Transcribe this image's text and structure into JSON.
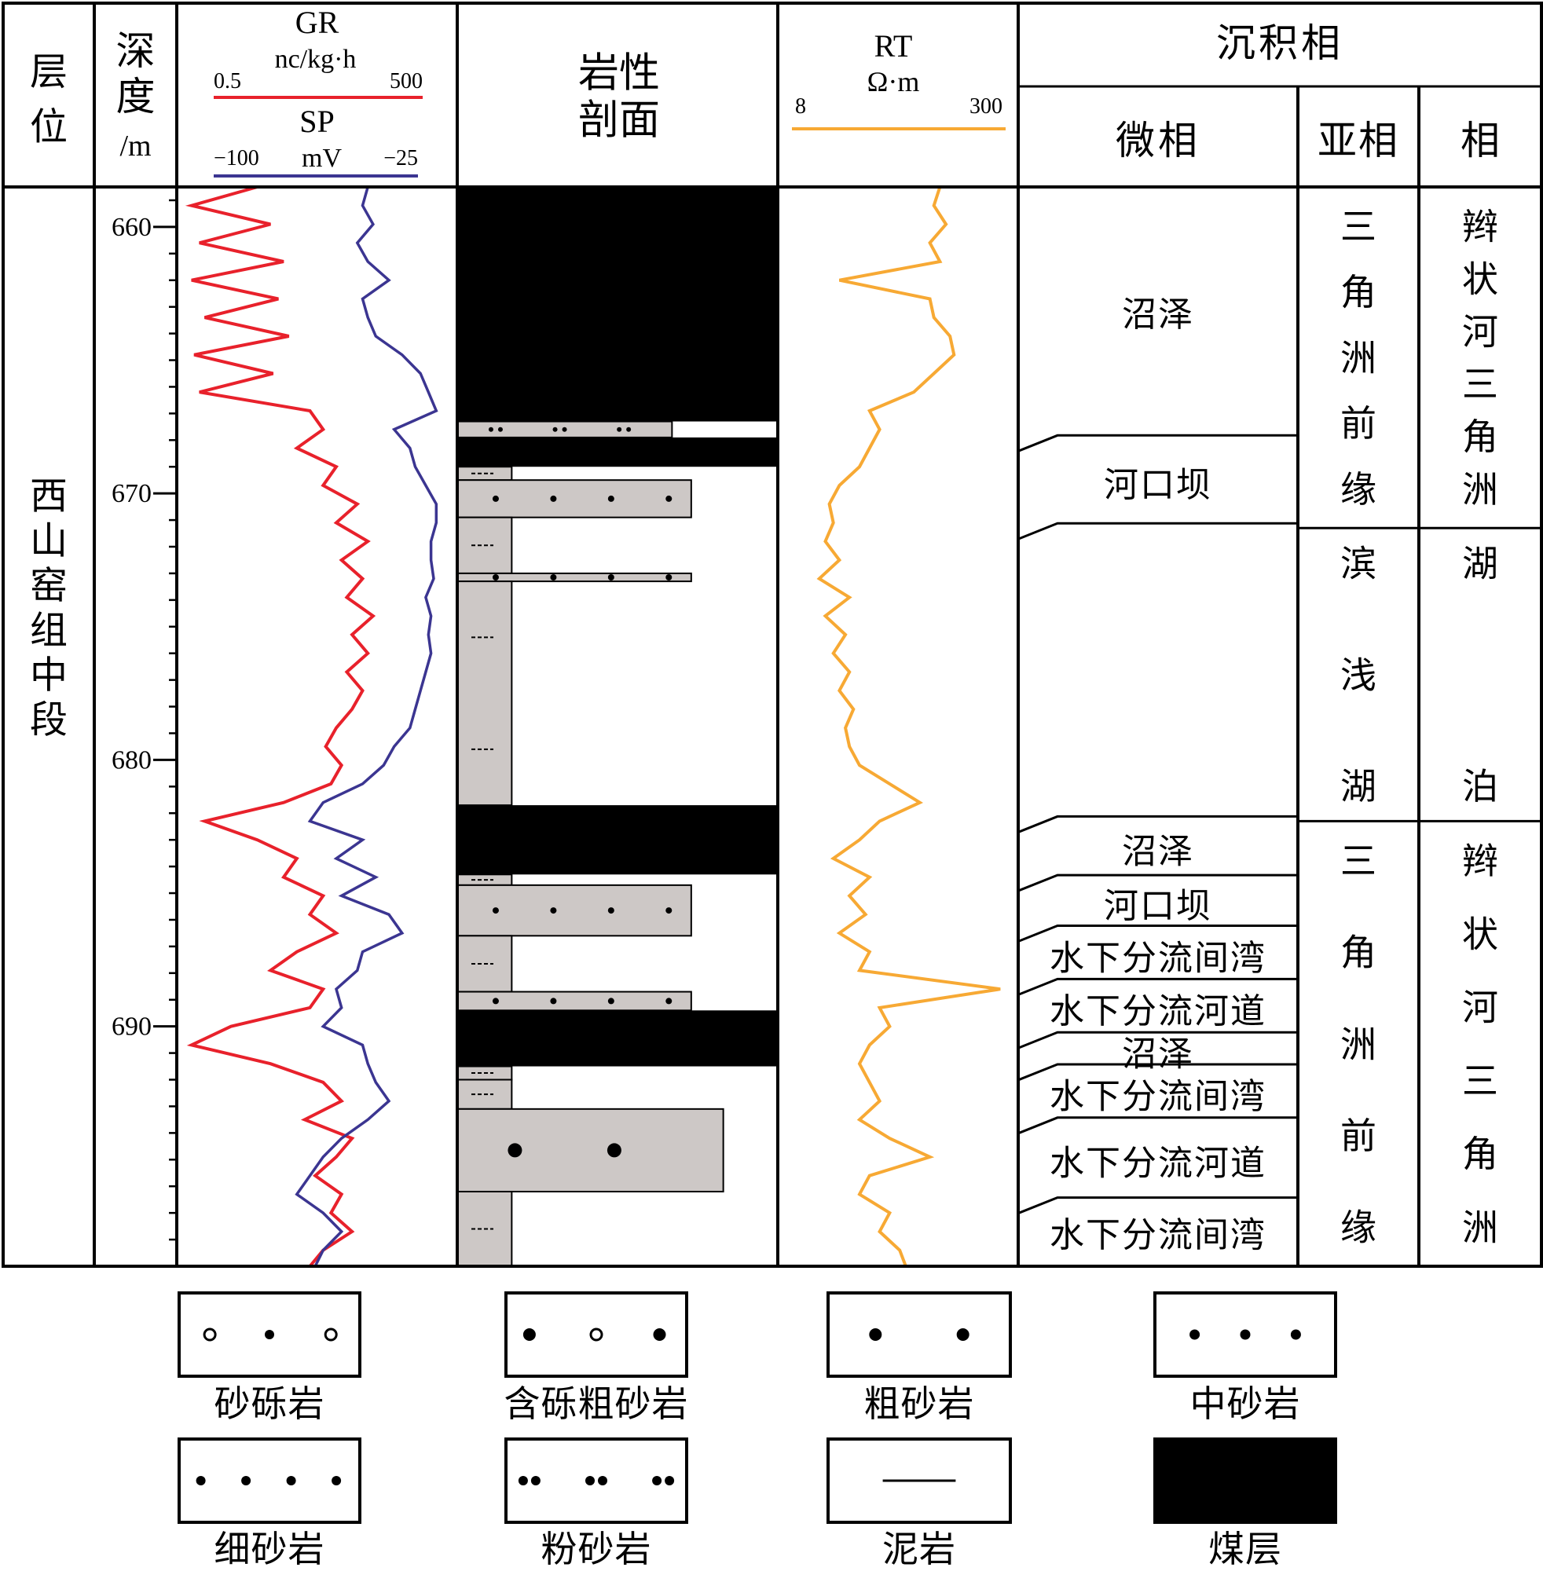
{
  "header": {
    "layer": "层\n位",
    "depth": "深\n度\n/m",
    "gr_title": "GR",
    "gr_unit": "nc/kg·h",
    "gr_min": "0.5",
    "gr_max": "500",
    "sp_title": "SP",
    "sp_unit": "mV",
    "sp_min": "−100",
    "sp_max": "−25",
    "lith": "岩性\n剖面",
    "rt_title": "RT",
    "rt_unit": "Ω·m",
    "rt_min": "8",
    "rt_max": "300",
    "sed": "沉积相",
    "micro": "微相",
    "sub": "亚相",
    "facies": "相"
  },
  "colors": {
    "gr": "#e8212b",
    "sp": "#3b3591",
    "rt": "#f7a934",
    "coal": "#000000",
    "sand": "#cdc8c6"
  },
  "formation": "西\n山\n窑\n组\n中\n段",
  "depth_axis": {
    "min": 658.5,
    "max": 699,
    "labels": [
      660,
      670,
      680,
      690
    ]
  },
  "logs": {
    "gr_minor": [
      "pen",
      "from 658.5 m",
      "minor",
      "two colours"
    ],
    "gr_depth": [
      658.5,
      659.2,
      659.9,
      660.6,
      661.3,
      662.0,
      662.7,
      663.4,
      664.1,
      664.8,
      665.5,
      666.2,
      666.9,
      667.6,
      668.3,
      669.0,
      669.7,
      670.4,
      671.1,
      671.8,
      672.5,
      673.2,
      673.9,
      674.6,
      675.3,
      676.0,
      676.7,
      677.4,
      678.1,
      678.8,
      679.5,
      680.2,
      680.9,
      681.6,
      682.3,
      683.0,
      683.7,
      684.4,
      685.1,
      685.8,
      686.5,
      687.2,
      687.9,
      688.6,
      689.3,
      690.0,
      690.7,
      691.4,
      692.1,
      692.8,
      693.5,
      694.2,
      694.9,
      695.6,
      696.3,
      697.0,
      697.7,
      698.4,
      699.0
    ],
    "gr_value": [
      0.3,
      0.05,
      0.35,
      0.08,
      0.4,
      0.05,
      0.38,
      0.1,
      0.42,
      0.06,
      0.36,
      0.08,
      0.5,
      0.55,
      0.45,
      0.6,
      0.55,
      0.68,
      0.6,
      0.72,
      0.62,
      0.7,
      0.64,
      0.74,
      0.66,
      0.72,
      0.64,
      0.7,
      0.66,
      0.6,
      0.56,
      0.62,
      0.58,
      0.4,
      0.1,
      0.3,
      0.45,
      0.4,
      0.55,
      0.5,
      0.6,
      0.45,
      0.35,
      0.55,
      0.5,
      0.2,
      0.05,
      0.35,
      0.55,
      0.62,
      0.48,
      0.66,
      0.6,
      0.52,
      0.62,
      0.58,
      0.66,
      0.55,
      0.5
    ],
    "sp_value": [
      0.72,
      0.7,
      0.74,
      0.68,
      0.72,
      0.8,
      0.7,
      0.72,
      0.75,
      0.85,
      0.92,
      0.95,
      0.98,
      0.82,
      0.88,
      0.9,
      0.94,
      0.98,
      0.98,
      0.96,
      0.96,
      0.97,
      0.94,
      0.96,
      0.95,
      0.96,
      0.94,
      0.92,
      0.9,
      0.88,
      0.82,
      0.78,
      0.7,
      0.55,
      0.5,
      0.7,
      0.6,
      0.75,
      0.62,
      0.8,
      0.85,
      0.7,
      0.68,
      0.6,
      0.62,
      0.55,
      0.7,
      0.72,
      0.75,
      0.8,
      0.72,
      0.62,
      0.55,
      0.5,
      0.45,
      0.55,
      0.62,
      0.55,
      0.52
    ],
    "rt_depth": [
      658.5,
      659.2,
      659.9,
      660.6,
      661.3,
      662.0,
      662.7,
      663.4,
      664.1,
      664.8,
      665.5,
      666.2,
      666.9,
      667.6,
      668.3,
      669.0,
      669.7,
      670.4,
      671.1,
      671.8,
      672.5,
      673.2,
      673.9,
      674.6,
      675.3,
      676.0,
      676.7,
      677.4,
      678.1,
      678.8,
      679.5,
      680.2,
      680.9,
      681.6,
      682.3,
      683.0,
      683.7,
      684.4,
      685.1,
      685.8,
      686.5,
      687.2,
      687.9,
      688.6,
      689.3,
      690.0,
      690.7,
      691.4,
      692.1,
      692.8,
      693.5,
      694.2,
      694.9,
      695.6,
      696.3,
      697.0,
      697.7,
      698.4,
      699.0
    ],
    "rt_value": [
      0.65,
      0.62,
      0.68,
      0.6,
      0.65,
      0.15,
      0.6,
      0.62,
      0.7,
      0.72,
      0.62,
      0.52,
      0.3,
      0.35,
      0.3,
      0.25,
      0.15,
      0.1,
      0.12,
      0.08,
      0.15,
      0.05,
      0.2,
      0.08,
      0.18,
      0.12,
      0.2,
      0.15,
      0.22,
      0.18,
      0.2,
      0.25,
      0.4,
      0.55,
      0.35,
      0.25,
      0.12,
      0.3,
      0.2,
      0.28,
      0.15,
      0.3,
      0.25,
      0.95,
      0.35,
      0.4,
      0.3,
      0.25,
      0.3,
      0.35,
      0.25,
      0.4,
      0.6,
      0.3,
      0.25,
      0.4,
      0.35,
      0.45,
      0.48
    ]
  },
  "lithology": [
    {
      "top": 658.5,
      "bottom": 667.3,
      "type": "coal"
    },
    {
      "top": 667.3,
      "bottom": 667.9,
      "type": "silt",
      "w": 0.67
    },
    {
      "top": 667.9,
      "bottom": 669.0,
      "type": "coal"
    },
    {
      "top": 669.0,
      "bottom": 669.5,
      "type": "mud",
      "w": 0.17
    },
    {
      "top": 669.5,
      "bottom": 670.9,
      "type": "fine",
      "w": 0.73
    },
    {
      "top": 670.9,
      "bottom": 673.0,
      "type": "mud",
      "w": 0.17
    },
    {
      "top": 673.0,
      "bottom": 673.3,
      "type": "fine",
      "w": 0.73
    },
    {
      "top": 673.3,
      "bottom": 681.7,
      "type": "mud",
      "w": 0.17
    },
    {
      "top": 681.7,
      "bottom": 684.3,
      "type": "coal"
    },
    {
      "top": 684.3,
      "bottom": 684.7,
      "type": "mud",
      "w": 0.17
    },
    {
      "top": 684.7,
      "bottom": 686.6,
      "type": "fine",
      "w": 0.73
    },
    {
      "top": 686.6,
      "bottom": 688.7,
      "type": "mud",
      "w": 0.17
    },
    {
      "top": 688.7,
      "bottom": 689.4,
      "type": "fine",
      "w": 0.73
    },
    {
      "top": 689.4,
      "bottom": 691.5,
      "type": "coal"
    },
    {
      "top": 691.5,
      "bottom": 692.0,
      "type": "mud",
      "w": 0.17
    },
    {
      "top": 692.0,
      "bottom": 693.1,
      "type": "mud",
      "w": 0.17
    },
    {
      "top": 693.1,
      "bottom": 696.2,
      "type": "coarse",
      "w": 0.83
    },
    {
      "top": 696.2,
      "bottom": 699.0,
      "type": "mud",
      "w": 0.17
    }
  ],
  "micro_facies": [
    {
      "top": 658.5,
      "bottom": 668.0,
      "label": "沼泽"
    },
    {
      "top": 668.0,
      "bottom": 671.3,
      "label": "河口坝"
    },
    {
      "top": 671.3,
      "bottom": 682.3,
      "label": ""
    },
    {
      "top": 682.3,
      "bottom": 684.5,
      "label": "沼泽"
    },
    {
      "top": 684.5,
      "bottom": 686.4,
      "label": "河口坝"
    },
    {
      "top": 686.4,
      "bottom": 688.4,
      "label": "水下分流间湾"
    },
    {
      "top": 688.4,
      "bottom": 690.4,
      "label": "水下分流河道"
    },
    {
      "top": 690.4,
      "bottom": 691.6,
      "label": "沼泽"
    },
    {
      "top": 691.6,
      "bottom": 693.6,
      "label": "水下分流间湾"
    },
    {
      "top": 693.6,
      "bottom": 696.6,
      "label": "水下分流河道"
    },
    {
      "top": 696.6,
      "bottom": 699.0,
      "label": "水下分流间湾"
    }
  ],
  "sub_facies": [
    {
      "top": 658.5,
      "bottom": 671.3,
      "label": "三\n角\n洲\n前\n缘"
    },
    {
      "top": 671.3,
      "bottom": 682.3,
      "label": "滨\n浅\n湖"
    },
    {
      "top": 682.3,
      "bottom": 699.0,
      "label": "三\n角\n洲\n前\n缘"
    }
  ],
  "facies": [
    {
      "top": 658.5,
      "bottom": 671.3,
      "label": "辫\n状\n河\n三\n角\n洲"
    },
    {
      "top": 671.3,
      "bottom": 682.3,
      "label": "湖\n泊"
    },
    {
      "top": 682.3,
      "bottom": 699.0,
      "label": "辫\n状\n河\n三\n角\n洲"
    }
  ],
  "legend": [
    {
      "label": "砂砾岩",
      "pattern": "gravel-sand"
    },
    {
      "label": "含砾粗砂岩",
      "pattern": "pebbly-coarse"
    },
    {
      "label": "粗砂岩",
      "pattern": "coarse"
    },
    {
      "label": "中砂岩",
      "pattern": "medium"
    },
    {
      "label": "细砂岩",
      "pattern": "fine"
    },
    {
      "label": "粉砂岩",
      "pattern": "silt"
    },
    {
      "label": "泥岩",
      "pattern": "mud"
    },
    {
      "label": "煤层",
      "pattern": "coal"
    }
  ]
}
